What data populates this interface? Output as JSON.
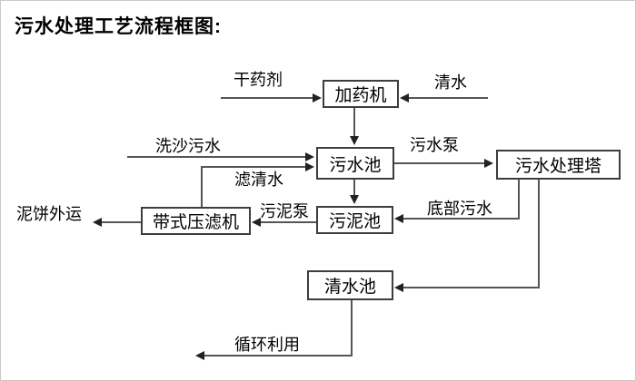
{
  "title": "污水处理工艺流程框图:",
  "nodes": {
    "dosing_machine": {
      "label": "加药机"
    },
    "sewage_pool": {
      "label": "污水池"
    },
    "treatment_tower": {
      "label": "污水处理塔"
    },
    "sludge_pool": {
      "label": "污泥池"
    },
    "belt_filter_press": {
      "label": "带式压滤机"
    },
    "clean_water_pool": {
      "label": "清水池"
    }
  },
  "flow_labels": {
    "dry_agent": "干药剂",
    "clean_water": "清水",
    "sand_wash_sewage": "洗沙污水",
    "filtered_water": "滤清水",
    "sewage_pump": "污水泵",
    "sludge_pump": "污泥泵",
    "bottom_sewage": "底部污水",
    "mud_cake_outbound": "泥饼外运",
    "recycle_reuse": "循环利用"
  },
  "connections": [
    {
      "from": "dry_agent_inlet",
      "to": "dosing_machine",
      "label": "干药剂"
    },
    {
      "from": "clean_water_inlet",
      "to": "dosing_machine",
      "label": "清水"
    },
    {
      "from": "dosing_machine",
      "to": "sewage_pool",
      "label": ""
    },
    {
      "from": "sand_wash_inlet",
      "to": "sewage_pool",
      "label": "洗沙污水"
    },
    {
      "from": "belt_filter_press",
      "to": "sewage_pool",
      "label": "滤清水"
    },
    {
      "from": "sewage_pool",
      "to": "treatment_tower",
      "label": "污水泵"
    },
    {
      "from": "sewage_pool",
      "to": "sludge_pool",
      "label": ""
    },
    {
      "from": "treatment_tower",
      "to": "sludge_pool",
      "label": "底部污水"
    },
    {
      "from": "treatment_tower",
      "to": "clean_water_pool",
      "label": ""
    },
    {
      "from": "sludge_pool",
      "to": "belt_filter_press",
      "label": "污泥泵"
    },
    {
      "from": "belt_filter_press",
      "to": "mud_cake_outbound",
      "label": "泥饼外运"
    },
    {
      "from": "clean_water_pool",
      "to": "recycle_reuse",
      "label": "循环利用"
    }
  ],
  "colors": {
    "background": "#ffffff",
    "box_border": "#3d3d3d",
    "line": "#555555",
    "arrowhead": "#222222",
    "text": "#000000"
  }
}
